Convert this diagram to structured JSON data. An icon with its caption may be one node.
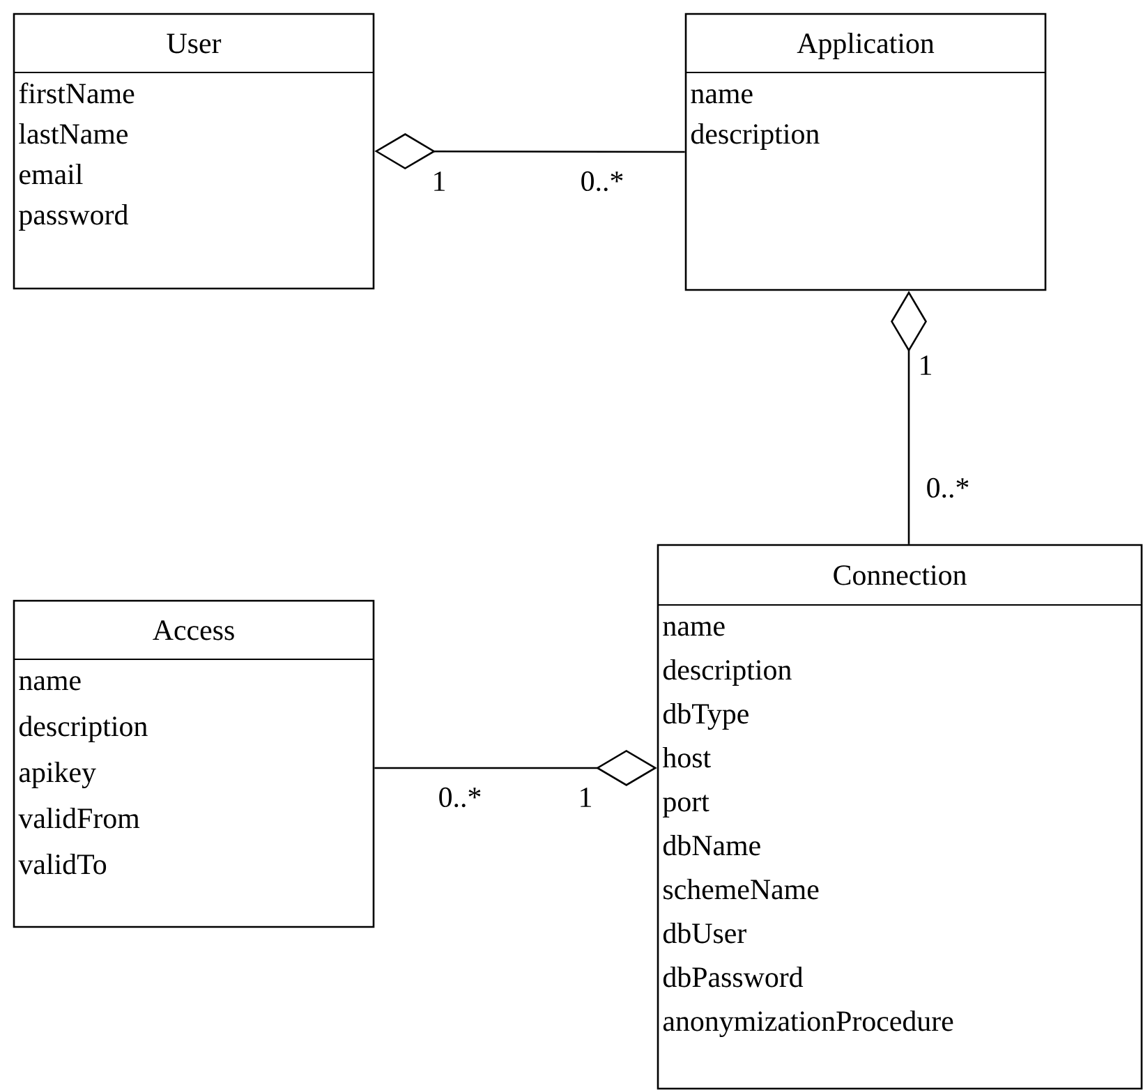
{
  "diagram": {
    "nodes": [
      {
        "text": [
          "User",
          "firstName",
          "lastName",
          "email",
          "password"
        ]
      },
      {
        "text": [
          "Application",
          "name",
          "description"
        ]
      },
      {
        "text": [
          "Connection",
          "name",
          "description",
          "dbType",
          "host",
          "port",
          "dbName",
          "schemeName",
          "dbUser",
          "dbPassword",
          "anonymizationProcedure"
        ]
      },
      {
        "text": [
          "Access",
          "name",
          "description",
          "apikey",
          "validFrom",
          "validTo"
        ]
      }
    ],
    "edges": [
      {
        "from": 0,
        "to": 1,
        "arrow": "other"
      },
      {
        "from": 1,
        "to": 2,
        "arrow": "other"
      },
      {
        "from": 2,
        "to": 3,
        "arrow": "other"
      }
    ],
    "labels": [
      "1",
      "0..*",
      "1",
      "0..*",
      "0..*",
      "1"
    ]
  }
}
